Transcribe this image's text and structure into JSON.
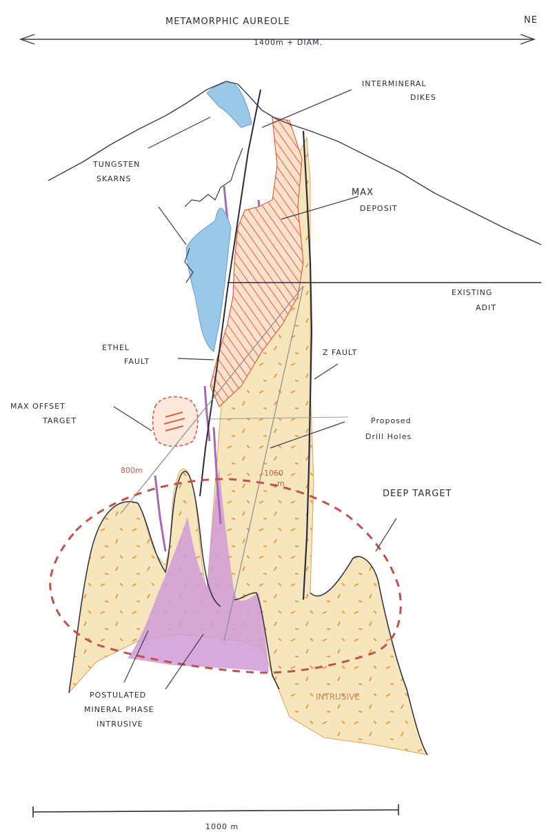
{
  "header": {
    "title": "METAMORPHIC AUREOLE",
    "subtitle": "1400m + DIAM.",
    "direction": "NE"
  },
  "labels": {
    "intermineral_dikes_1": "INTERMINERAL",
    "intermineral_dikes_2": "DIKES",
    "tungsten_skarns_1": "TUNGSTEN",
    "tungsten_skarns_2": "SKARNS",
    "max_deposit_1": "MAX",
    "max_deposit_2": "DEPOSIT",
    "existing_adit_1": "EXISTING",
    "existing_adit_2": "ADIT",
    "ethel_fault_1": "ETHEL",
    "ethel_fault_2": "FAULT",
    "z_fault": "Z FAULT",
    "max_offset_target_1": "MAX OFFSET",
    "max_offset_target_2": "TARGET",
    "proposed_drill_holes_1": "Proposed",
    "proposed_drill_holes_2": "Drill Holes",
    "depth_800": "800m",
    "depth_1060_1": "1060",
    "depth_1060_2": "m",
    "deep_target": "DEEP TARGET",
    "postulated_1": "POSTULATED",
    "postulated_2": "MINERAL PHASE",
    "postulated_3": "INTRUSIVE",
    "intrusive": "INTRUSIVE"
  },
  "scale_bar": {
    "label": "1000 m"
  },
  "colors": {
    "skarn_blue": "#9cc8e8",
    "intrusive_yellow": "#f6e2b4",
    "deposit_red": "#e0603c",
    "mineral_phase_purple": "#c98ad0",
    "target_dash": "#c0504a",
    "pencil": "#3a3a4a"
  }
}
